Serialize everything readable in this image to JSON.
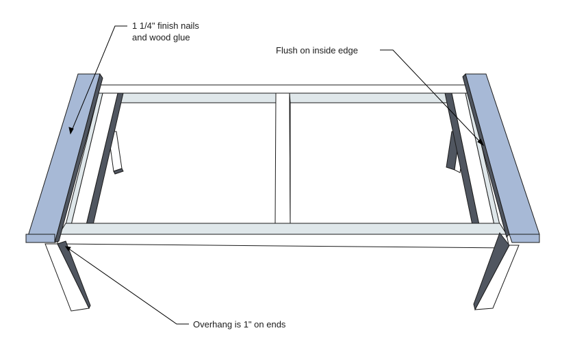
{
  "colors": {
    "board_face": "#dfe7ea",
    "board_side": "#ffffff",
    "board_shadow": "#505660",
    "end_board": "#a7b9d6",
    "end_board_dark": "#6e7d94",
    "outline": "#1a1a1a",
    "annotation_line": "#000000"
  },
  "annotations": {
    "nails": {
      "line1": "1 1/4\" finish nails",
      "line2": "and wood glue"
    },
    "flush": "Flush on inside edge",
    "overhang": "Overhang is 1\" on ends"
  }
}
